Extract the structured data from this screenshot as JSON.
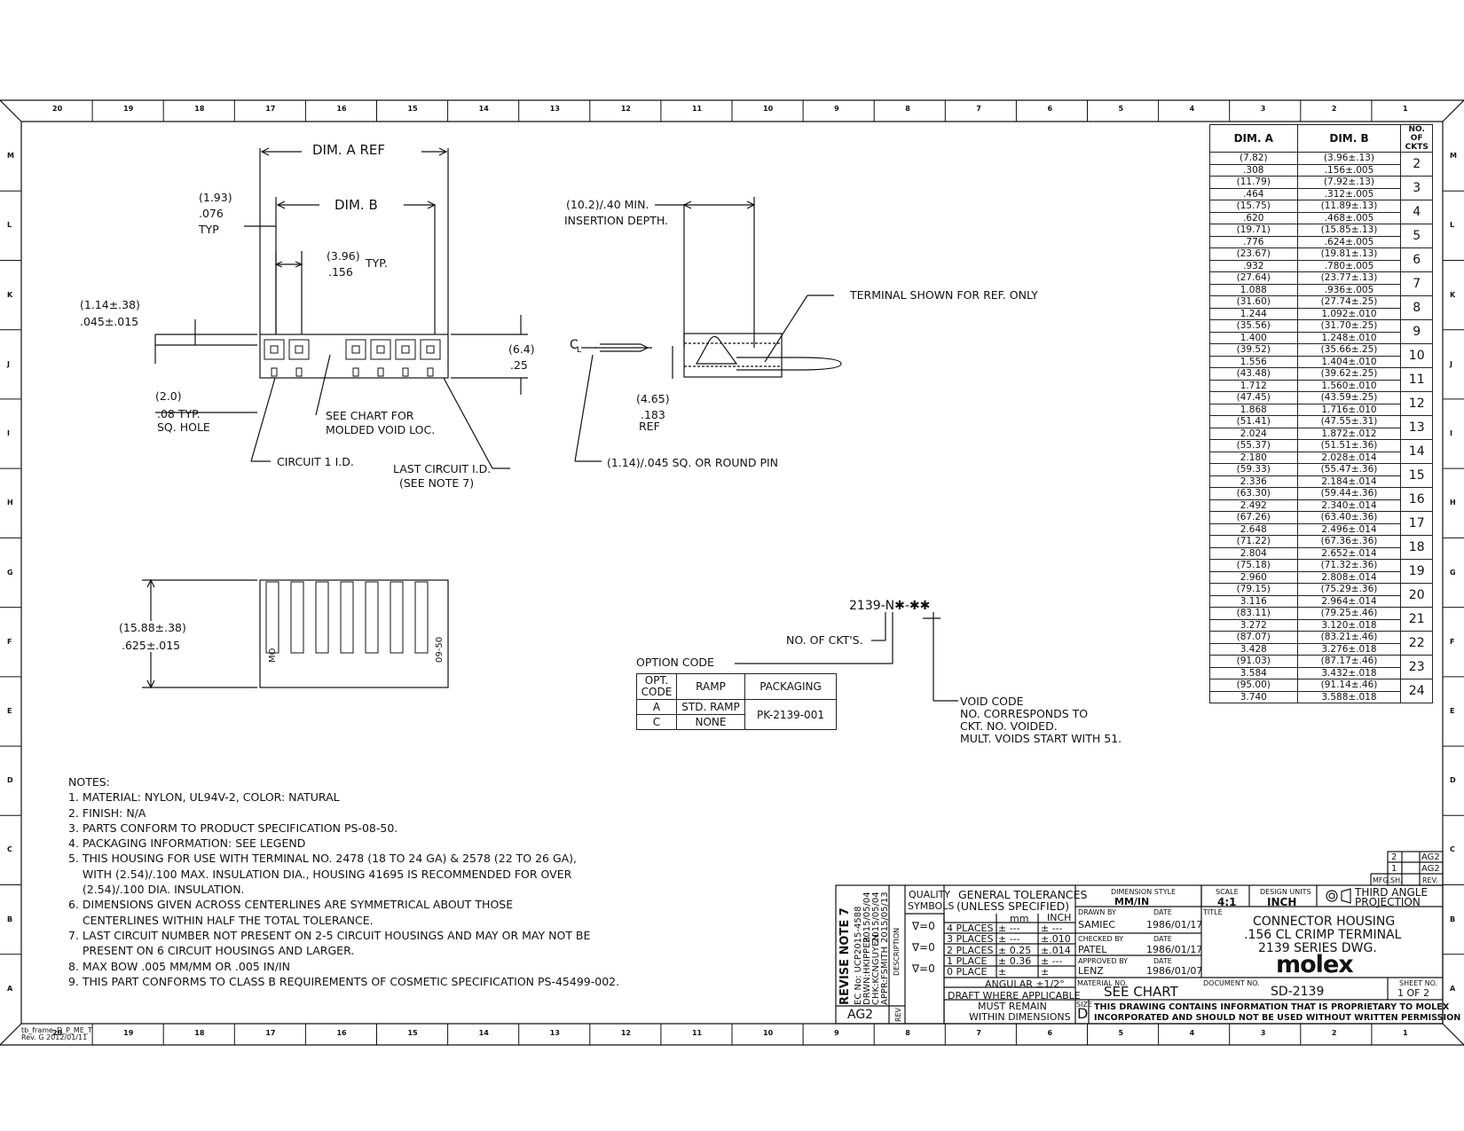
{
  "grid": {
    "columns": [
      "20",
      "19",
      "18",
      "17",
      "16",
      "15",
      "14",
      "13",
      "12",
      "11",
      "10",
      "9",
      "8",
      "7",
      "6",
      "5",
      "4",
      "3",
      "2",
      "1"
    ],
    "rows": [
      "M",
      "L",
      "K",
      "J",
      "I",
      "H",
      "G",
      "F",
      "E",
      "D",
      "C",
      "B",
      "A"
    ]
  },
  "top_view": {
    "dim_a_ref": "DIM. A REF",
    "dim_b": "DIM. B",
    "typ_076_mm": "(1.93)",
    "typ_076_in": ".076",
    "typ": "TYP",
    "pitch_mm": "(3.96)",
    "pitch_typ": "TYP.",
    "pitch_in": ".156",
    "wall_mm": "(1.14±.38)",
    "wall_in": ".045±.015",
    "height_mm": "(6.4)",
    "height_in": ".25",
    "hole_mm": "(2.0)",
    "hole_in": ".08 TYP.",
    "hole_label": "SQ. HOLE",
    "void_note_1": "SEE CHART FOR",
    "void_note_2": "MOLDED VOID LOC.",
    "circuit1": "CIRCUIT 1 I.D.",
    "last_circuit_1": "LAST CIRCUIT I.D.",
    "last_circuit_2": "(SEE NOTE 7)"
  },
  "side_view": {
    "insertion_1": "(10.2)/.40 MIN.",
    "insertion_2": "INSERTION DEPTH.",
    "terminal_ref": "TERMINAL SHOWN FOR REF. ONLY",
    "cl": "C",
    "cl_l": "L",
    "ref_mm": "(4.65)",
    "ref_in": ".183",
    "ref": "REF",
    "pin": "(1.14)/.045 SQ. OR ROUND PIN"
  },
  "front_view": {
    "height_mm": "(15.88±.38)",
    "height_in": ".625±.015",
    "mark_left": "MO",
    "mark_right": "09-50"
  },
  "part_code": {
    "code": "2139-N✱-✱✱",
    "ckt": "NO. OF CKT'S.",
    "option": "OPTION CODE",
    "void_code": "VOID CODE",
    "void_1": "NO. CORRESPONDS TO",
    "void_2": "CKT. NO. VOIDED.",
    "void_3": "MULT. VOIDS START WITH 51."
  },
  "option_table": {
    "headers": [
      "OPT. CODE",
      "RAMP",
      "PACKAGING"
    ],
    "rows": [
      [
        "A",
        "STD. RAMP"
      ],
      [
        "C",
        "NONE"
      ]
    ],
    "packaging": "PK-2139-001"
  },
  "dim_table": {
    "headers": [
      "DIM. A",
      "DIM. B",
      "NO. OF CKTS"
    ],
    "rows": [
      {
        "a_mm": "(7.82)",
        "a_in": ".308",
        "b_mm": "(3.96±.13)",
        "b_in": ".156±.005",
        "ckts": "2"
      },
      {
        "a_mm": "(11.79)",
        "a_in": ".464",
        "b_mm": "(7.92±.13)",
        "b_in": ".312±.005",
        "ckts": "3"
      },
      {
        "a_mm": "(15.75)",
        "a_in": ".620",
        "b_mm": "(11.89±.13)",
        "b_in": ".468±.005",
        "ckts": "4"
      },
      {
        "a_mm": "(19.71)",
        "a_in": ".776",
        "b_mm": "(15.85±.13)",
        "b_in": ".624±.005",
        "ckts": "5"
      },
      {
        "a_mm": "(23.67)",
        "a_in": ".932",
        "b_mm": "(19.81±.13)",
        "b_in": ".780±.005",
        "ckts": "6"
      },
      {
        "a_mm": "(27.64)",
        "a_in": "1.088",
        "b_mm": "(23.77±.13)",
        "b_in": ".936±.005",
        "ckts": "7"
      },
      {
        "a_mm": "(31.60)",
        "a_in": "1.244",
        "b_mm": "(27.74±.25)",
        "b_in": "1.092±.010",
        "ckts": "8"
      },
      {
        "a_mm": "(35.56)",
        "a_in": "1.400",
        "b_mm": "(31.70±.25)",
        "b_in": "1.248±.010",
        "ckts": "9"
      },
      {
        "a_mm": "(39.52)",
        "a_in": "1.556",
        "b_mm": "(35.66±.25)",
        "b_in": "1.404±.010",
        "ckts": "10"
      },
      {
        "a_mm": "(43.48)",
        "a_in": "1.712",
        "b_mm": "(39.62±.25)",
        "b_in": "1.560±.010",
        "ckts": "11"
      },
      {
        "a_mm": "(47.45)",
        "a_in": "1.868",
        "b_mm": "(43.59±.25)",
        "b_in": "1.716±.010",
        "ckts": "12"
      },
      {
        "a_mm": "(51.41)",
        "a_in": "2.024",
        "b_mm": "(47.55±.31)",
        "b_in": "1.872±.012",
        "ckts": "13"
      },
      {
        "a_mm": "(55.37)",
        "a_in": "2.180",
        "b_mm": "(51.51±.36)",
        "b_in": "2.028±.014",
        "ckts": "14"
      },
      {
        "a_mm": "(59.33)",
        "a_in": "2.336",
        "b_mm": "(55.47±.36)",
        "b_in": "2.184±.014",
        "ckts": "15"
      },
      {
        "a_mm": "(63.30)",
        "a_in": "2.492",
        "b_mm": "(59.44±.36)",
        "b_in": "2.340±.014",
        "ckts": "16"
      },
      {
        "a_mm": "(67.26)",
        "a_in": "2.648",
        "b_mm": "(63.40±.36)",
        "b_in": "2.496±.014",
        "ckts": "17"
      },
      {
        "a_mm": "(71.22)",
        "a_in": "2.804",
        "b_mm": "(67.36±.36)",
        "b_in": "2.652±.014",
        "ckts": "18"
      },
      {
        "a_mm": "(75.18)",
        "a_in": "2.960",
        "b_mm": "(71.32±.36)",
        "b_in": "2.808±.014",
        "ckts": "19"
      },
      {
        "a_mm": "(79.15)",
        "a_in": "3.116",
        "b_mm": "(75.29±.36)",
        "b_in": "2.964±.014",
        "ckts": "20"
      },
      {
        "a_mm": "(83.11)",
        "a_in": "3.272",
        "b_mm": "(79.25±.46)",
        "b_in": "3.120±.018",
        "ckts": "21"
      },
      {
        "a_mm": "(87.07)",
        "a_in": "3.428",
        "b_mm": "(83.21±.46)",
        "b_in": "3.276±.018",
        "ckts": "22"
      },
      {
        "a_mm": "(91.03)",
        "a_in": "3.584",
        "b_mm": "(87.17±.46)",
        "b_in": "3.432±.018",
        "ckts": "23"
      },
      {
        "a_mm": "(95.00)",
        "a_in": "3.740",
        "b_mm": "(91.14±.46)",
        "b_in": "3.588±.018",
        "ckts": "24"
      }
    ]
  },
  "notes": {
    "title": "NOTES:",
    "lines": [
      "1. MATERIAL: NYLON, UL94V-2, COLOR: NATURAL",
      "2. FINISH: N/A",
      "3. PARTS CONFORM TO PRODUCT SPECIFICATION PS-08-50.",
      "4. PACKAGING INFORMATION: SEE LEGEND",
      "5. THIS HOUSING FOR USE WITH TERMINAL NO. 2478 (18 TO 24 GA) & 2578 (22 TO 26 GA),",
      "    WITH (2.54)/.100 MAX. INSULATION DIA., HOUSING 41695 IS RECOMMENDED FOR OVER",
      "    (2.54)/.100 DIA. INSULATION.",
      "6. DIMENSIONS GIVEN ACROSS CENTERLINES ARE SYMMETRICAL ABOUT THOSE",
      "    CENTERLINES WITHIN HALF THE TOTAL TOLERANCE.",
      "7. LAST CIRCUIT NUMBER NOT PRESENT ON 2-5 CIRCUIT HOUSINGS AND MAY OR MAY NOT BE",
      "    PRESENT ON 6 CIRCUIT HOUSINGS AND LARGER.",
      "8. MAX BOW .005 MM/MM OR .005 IN/IN",
      "9. THIS PART CONFORMS TO CLASS B REQUIREMENTS OF COSMETIC SPECIFICATION PS-45499-002."
    ]
  },
  "revision": {
    "rev_note": "REVISE NOTE 7",
    "ec": "EC No: UCP2015-4588",
    "drwn": "DRWN:HKIPPER",
    "drwn_date": "2015/05/04",
    "chk": "CHK:KCNGUYEN",
    "chk_date": "2015/05/04",
    "appr": "APPR:FSMITH",
    "appr_date": "2015/05/13",
    "rev": "AG2",
    "rev_label": "REV",
    "desc_label": "DESCRIPTION",
    "history": [
      [
        "2",
        "AG2"
      ],
      [
        "1",
        "AG2"
      ]
    ],
    "hist_headers": [
      "MFG.",
      "SH.",
      "REV."
    ]
  },
  "title_block": {
    "quality": "QUALITY",
    "symbols": "SYMBOLS",
    "sym": [
      "∇=0",
      "∇=0",
      "∇=0"
    ],
    "gen_tol_1": "GENERAL TOLERANCES",
    "gen_tol_2": "(UNLESS SPECIFIED)",
    "mm": "mm",
    "inch": "INCH",
    "tol_rows": [
      [
        "4 PLACES",
        "± ---",
        "± ---"
      ],
      [
        "3 PLACES",
        "± ---",
        "±.010"
      ],
      [
        "2 PLACES",
        "± 0.25",
        "±.014"
      ],
      [
        "1 PLACE",
        "± 0.36",
        "± ---"
      ],
      [
        "0 PLACE",
        "±",
        "±"
      ]
    ],
    "angular": "ANGULAR ±1/2°",
    "draft_1": "DRAFT WHERE APPLICABLE",
    "draft_2": "MUST REMAIN",
    "draft_3": "WITHIN DIMENSIONS",
    "dim_style_label": "DIMENSION STYLE",
    "dim_style": "MM/IN",
    "scale_label": "SCALE",
    "scale": "4:1",
    "units_label": "DESIGN UNITS",
    "units": "INCH",
    "projection_1": "THIRD ANGLE",
    "projection_2": "PROJECTION",
    "drawn_by_label": "DRAWN BY",
    "date_label": "DATE",
    "drawn_by": "SAMIEC",
    "drawn_date": "1986/01/17",
    "checked_label": "CHECKED BY",
    "checked_by": "PATEL",
    "checked_date": "1986/01/17",
    "approved_label": "APPROVED BY",
    "approved_by": "LENZ",
    "approved_date": "1986/01/07",
    "title_label": "TITLE",
    "title_1": "CONNECTOR HOUSING",
    "title_2": ".156 CL CRIMP TERMINAL",
    "title_3": "2139 SERIES DWG.",
    "logo": "molex",
    "material_label": "MATERIAL NO.",
    "material": "SEE CHART",
    "document_label": "DOCUMENT NO.",
    "document": "SD-2139",
    "sheet_label": "SHEET NO.",
    "sheet": "1 OF 2",
    "size_label": "SIZE",
    "size": "D",
    "proprietary_1": "THIS DRAWING CONTAINS INFORMATION THAT IS PROPRIETARY TO MOLEX",
    "proprietary_2": "INCORPORATED AND SHOULD NOT BE USED WITHOUT WRITTEN PERMISSION"
  },
  "footer": {
    "form": "tb_frame_D_P_ME_T",
    "rev": "Rev. G 2012/01/11"
  }
}
